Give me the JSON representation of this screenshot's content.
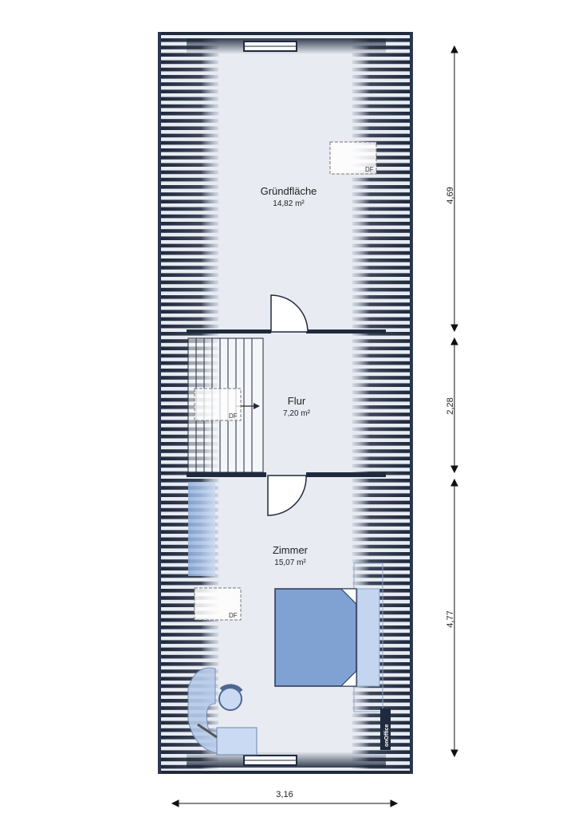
{
  "rooms": [
    {
      "name": "Gründfläche",
      "area": "14,82 m²"
    },
    {
      "name": "Flur",
      "area": "7,20 m²"
    },
    {
      "name": "Zimmer",
      "area": "15,07 m²"
    }
  ],
  "skylight_label": "DF",
  "dimensions": {
    "top_height": "4,69",
    "middle_height": "2,28",
    "bottom_height": "4,77",
    "width": "3,16"
  },
  "logo": "onOffice",
  "colors": {
    "wall": "#1f2a3d",
    "floor": "#e8ebf2",
    "beam": "#27324a",
    "bed": "#7fa2d3",
    "furniture": "#a9c2e6"
  }
}
